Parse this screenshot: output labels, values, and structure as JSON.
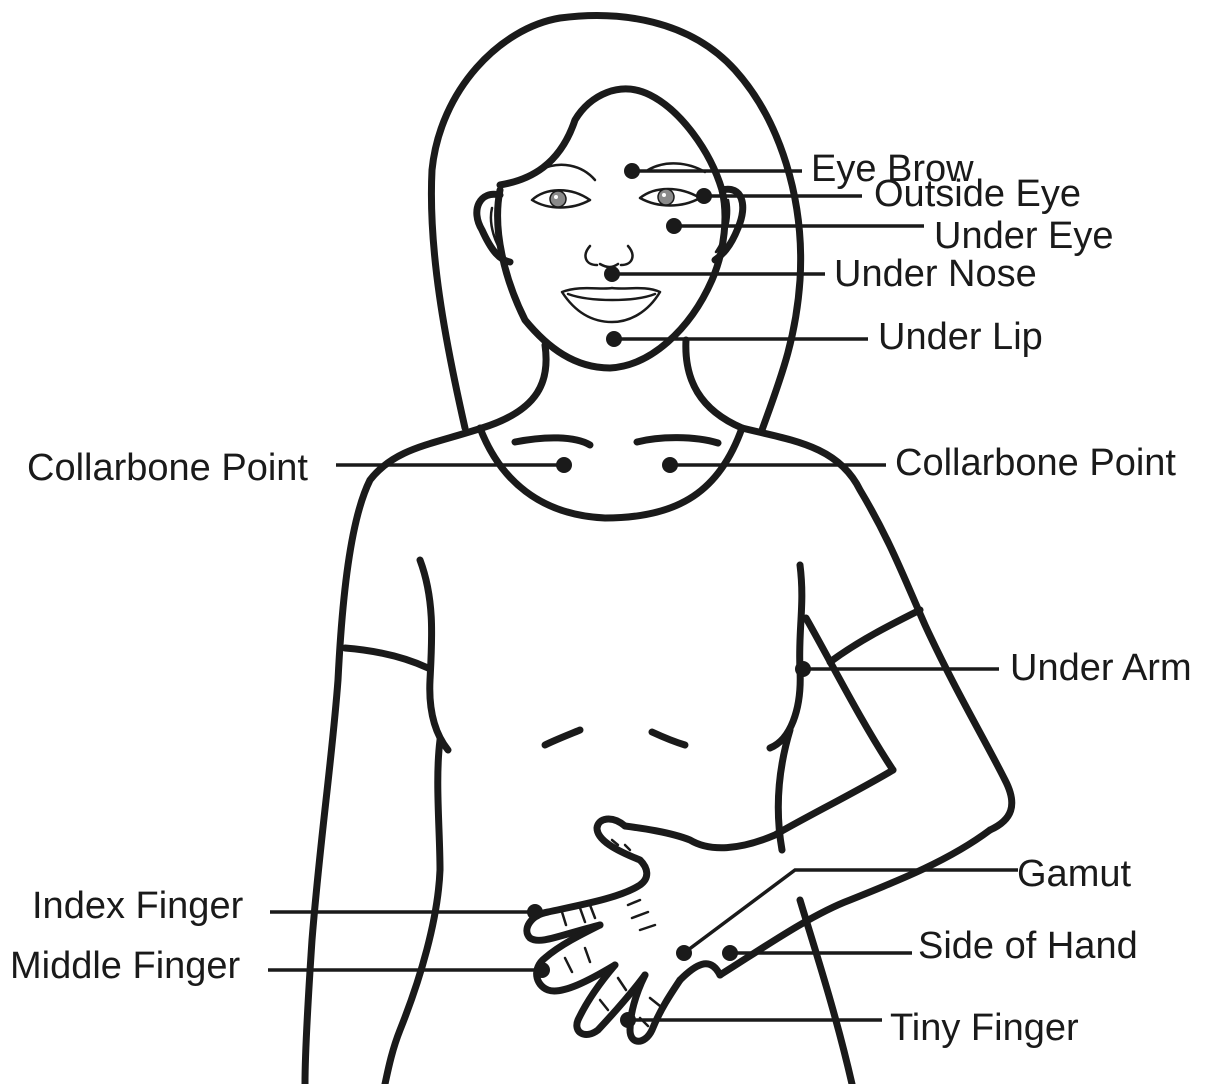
{
  "labels": {
    "eye_brow": "Eye Brow",
    "outside_eye": "Outside Eye",
    "under_eye": "Under Eye",
    "under_nose": "Under Nose",
    "under_lip": "Under Lip",
    "collarbone_left": "Collarbone Point",
    "collarbone_right": "Collarbone Point",
    "under_arm": "Under Arm",
    "gamut": "Gamut",
    "index_finger": "Index Finger",
    "side_of_hand": "Side of Hand",
    "middle_finger": "Middle Finger",
    "tiny_finger": "Tiny Finger"
  },
  "colors": {
    "line": "#1a1a1a",
    "background": "#ffffff",
    "iris": "#8a8a8a"
  }
}
